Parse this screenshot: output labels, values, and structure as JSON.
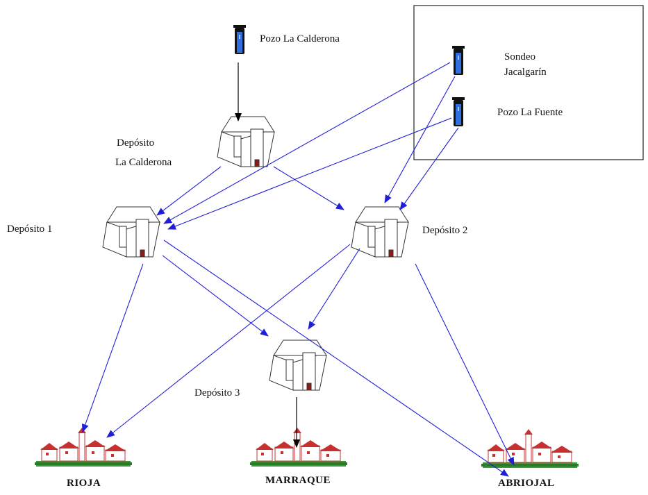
{
  "wells": {
    "pozo_calderona": {
      "label": "Pozo La Calderona"
    },
    "sondeo_jacalgarin": {
      "label_line1": "Sondeo",
      "label_line2": "Jacalgarín"
    },
    "pozo_fuente": {
      "label": "Pozo La Fuente"
    }
  },
  "deposits": {
    "calderona": {
      "label_line1": "Depósito",
      "label_line2": "La Calderona"
    },
    "d1": {
      "label": "Depósito 1"
    },
    "d2": {
      "label": "Depósito 2"
    },
    "d3": {
      "label": "Depósito 3"
    }
  },
  "towns": {
    "rioja": {
      "label": "RIOJA"
    },
    "marraque": {
      "label": "MARRAQUE"
    },
    "abriojal": {
      "label": "ABRIOJAL"
    }
  },
  "colors": {
    "pipe_blue": "#1f1fd8",
    "pipe_black": "#000000",
    "well_blue": "#2f6fe0",
    "roof_red": "#c83030",
    "ground_green": "#3a9a3a"
  }
}
